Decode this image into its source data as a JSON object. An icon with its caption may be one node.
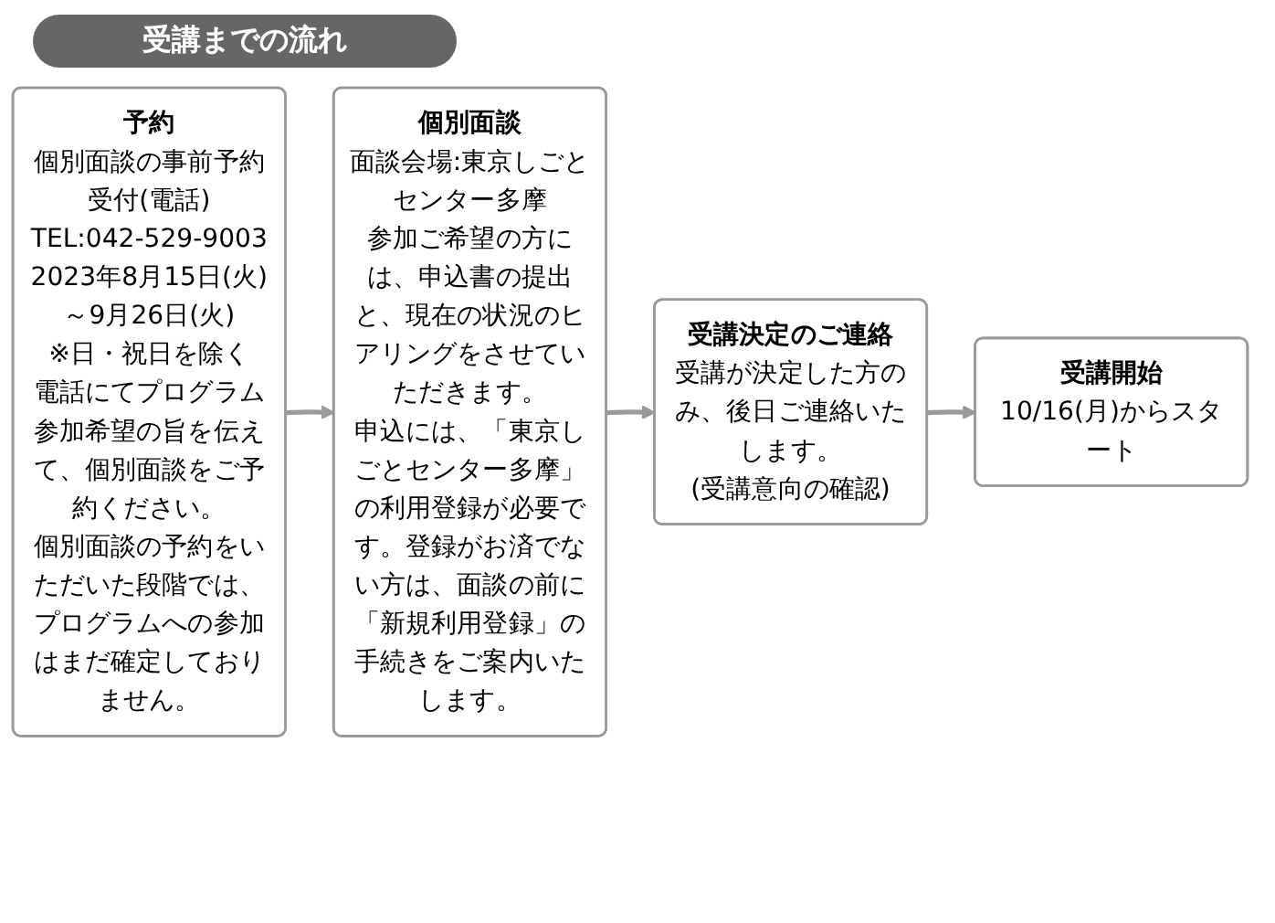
{
  "diagram": {
    "title": "受講までの流れ",
    "nodes": [
      {
        "text": [
          "予約",
          "個別面談の事前予約受付(電話)",
          "TEL:042-529-9003",
          "2023年8月15日(火)～9月26日(火)",
          "※日・祝日を除く",
          "電話にてプログラム参加希望の旨を伝えて、個別面談をご予約ください。",
          "個別面談の予約をいただいた段階では、プログラムへの参加はまだ確定しておりません。"
        ]
      },
      {
        "text": [
          "個別面談",
          "面談会場:東京しごとセンター多摩",
          "参加ご希望の方には、申込書の提出と、現在の状況のヒアリングをさせていただきます。",
          "申込には、「東京しごとセンター多摩」の利用登録が必要です。登録がお済でない方は、面談の前に「新規利用登録」の手続きをご案内いたします。"
        ]
      },
      {
        "text": [
          "受講決定のご連絡",
          "受講が決定した方のみ、後日ご連絡いたします。",
          "(受講意向の確認)"
        ]
      },
      {
        "text": [
          "受講開始",
          "10/16(月)からスタート"
        ]
      }
    ],
    "edges": [
      {
        "from": 0,
        "to": 1,
        "arrow": "to"
      },
      {
        "from": 1,
        "to": 2,
        "arrow": "to"
      },
      {
        "from": 2,
        "to": 3,
        "arrow": "to"
      }
    ]
  }
}
